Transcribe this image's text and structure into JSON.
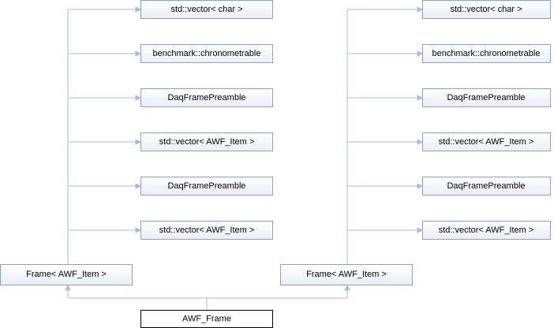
{
  "diagram": {
    "left_column": {
      "bases": [
        "std::vector< char >",
        "benchmark::chronometrable",
        "DaqFramePreamble",
        "std::vector< AWF_Item >",
        "DaqFramePreamble",
        "std::vector< AWF_Item >"
      ],
      "derived": "Frame< AWF_Item >"
    },
    "right_column": {
      "bases": [
        "std::vector< char >",
        "benchmark::chronometrable",
        "DaqFramePreamble",
        "std::vector< AWF_Item >",
        "DaqFramePreamble",
        "std::vector< AWF_Item >"
      ],
      "derived": "Frame< AWF_Item >"
    },
    "bottom_node": "AWF_Frame"
  },
  "colors": {
    "edge": "#a3bde4",
    "node_border": "#8aa0c4",
    "node_fill_top": "#ffffff",
    "node_fill_bottom": "#e8eef7",
    "selected_border": "#000000"
  }
}
